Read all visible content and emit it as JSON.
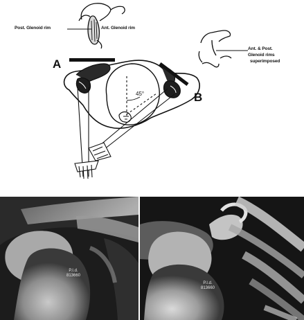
{
  "diagram": {
    "labels": {
      "post_glenoid_rim": "Post. Glenoid rim",
      "ant_glenoid_rim": "Ant. Glenoid rim",
      "superimposed_line1": "Ant. & Post.",
      "superimposed_line2": "Glenoid  rims",
      "superimposed_line3": "superimposed",
      "view_a": "A",
      "view_b": "B",
      "angle": "45°"
    }
  },
  "xrays": {
    "left_caption_line1": "P.I.d.",
    "left_caption_line2": "813660",
    "right_caption_line1": "P.I.d.",
    "right_caption_line2": "813660"
  },
  "colors": {
    "ink": "#111111",
    "background": "#ffffff",
    "xray_dark": "#161616",
    "xray_light": "#d8d8d8"
  }
}
